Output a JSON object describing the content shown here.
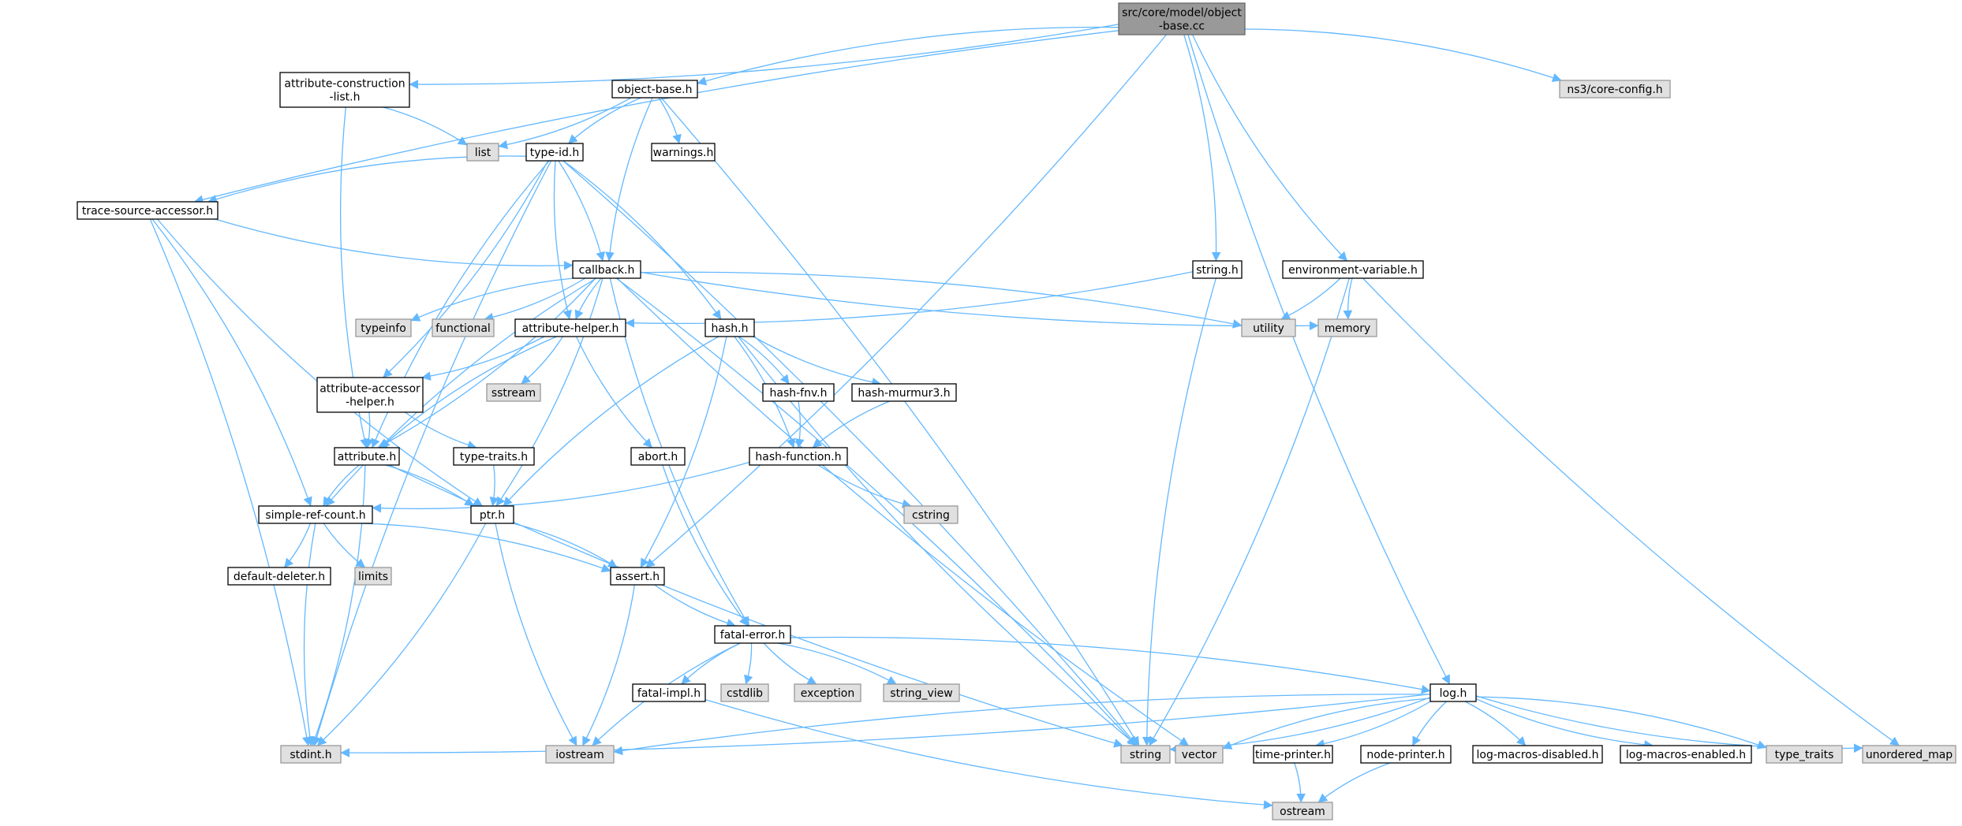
{
  "colors": {
    "edge": "#63b8ff",
    "node_border": "#000000",
    "node_fill": "#ffffff",
    "root_fill": "#999999",
    "external_fill": "#e0e0e0",
    "external_border": "#999999"
  },
  "nodes": [
    {
      "id": "root",
      "lines": [
        "src/core/model/object",
        "-base.cc"
      ],
      "kind": "root"
    },
    {
      "id": "attr_constr",
      "lines": [
        "attribute-construction",
        "-list.h"
      ],
      "kind": "file"
    },
    {
      "id": "object_base",
      "lines": [
        "object-base.h"
      ],
      "kind": "file"
    },
    {
      "id": "core_config",
      "lines": [
        "ns3/core-config.h"
      ],
      "kind": "external"
    },
    {
      "id": "list",
      "lines": [
        "list"
      ],
      "kind": "external"
    },
    {
      "id": "type_id",
      "lines": [
        "type-id.h"
      ],
      "kind": "file"
    },
    {
      "id": "warnings",
      "lines": [
        "warnings.h"
      ],
      "kind": "file"
    },
    {
      "id": "trace_src",
      "lines": [
        "trace-source-accessor.h"
      ],
      "kind": "file"
    },
    {
      "id": "callback",
      "lines": [
        "callback.h"
      ],
      "kind": "file"
    },
    {
      "id": "string_h",
      "lines": [
        "string.h"
      ],
      "kind": "file"
    },
    {
      "id": "env_var",
      "lines": [
        "environment-variable.h"
      ],
      "kind": "file"
    },
    {
      "id": "typeinfo",
      "lines": [
        "typeinfo"
      ],
      "kind": "external"
    },
    {
      "id": "functional",
      "lines": [
        "functional"
      ],
      "kind": "external"
    },
    {
      "id": "attr_helper",
      "lines": [
        "attribute-helper.h"
      ],
      "kind": "file"
    },
    {
      "id": "hash",
      "lines": [
        "hash.h"
      ],
      "kind": "file"
    },
    {
      "id": "utility",
      "lines": [
        "utility"
      ],
      "kind": "external"
    },
    {
      "id": "memory",
      "lines": [
        "memory"
      ],
      "kind": "external"
    },
    {
      "id": "attr_acc_helper",
      "lines": [
        "attribute-accessor",
        "-helper.h"
      ],
      "kind": "file"
    },
    {
      "id": "sstream",
      "lines": [
        "sstream"
      ],
      "kind": "external"
    },
    {
      "id": "hash_fnv",
      "lines": [
        "hash-fnv.h"
      ],
      "kind": "file"
    },
    {
      "id": "hash_murmur",
      "lines": [
        "hash-murmur3.h"
      ],
      "kind": "file"
    },
    {
      "id": "type_traits_h",
      "lines": [
        "type-traits.h"
      ],
      "kind": "file"
    },
    {
      "id": "attribute",
      "lines": [
        "attribute.h"
      ],
      "kind": "file"
    },
    {
      "id": "abort",
      "lines": [
        "abort.h"
      ],
      "kind": "file"
    },
    {
      "id": "hash_func",
      "lines": [
        "hash-function.h"
      ],
      "kind": "file"
    },
    {
      "id": "simple_ref",
      "lines": [
        "simple-ref-count.h"
      ],
      "kind": "file"
    },
    {
      "id": "ptr",
      "lines": [
        "ptr.h"
      ],
      "kind": "file"
    },
    {
      "id": "cstring",
      "lines": [
        "cstring"
      ],
      "kind": "external"
    },
    {
      "id": "default_deleter",
      "lines": [
        "default-deleter.h"
      ],
      "kind": "file"
    },
    {
      "id": "limits",
      "lines": [
        "limits"
      ],
      "kind": "external"
    },
    {
      "id": "assert",
      "lines": [
        "assert.h"
      ],
      "kind": "file"
    },
    {
      "id": "fatal_error",
      "lines": [
        "fatal-error.h"
      ],
      "kind": "file"
    },
    {
      "id": "fatal_impl",
      "lines": [
        "fatal-impl.h"
      ],
      "kind": "file"
    },
    {
      "id": "cstdlib",
      "lines": [
        "cstdlib"
      ],
      "kind": "external"
    },
    {
      "id": "exception",
      "lines": [
        "exception"
      ],
      "kind": "external"
    },
    {
      "id": "string_view",
      "lines": [
        "string_view"
      ],
      "kind": "external"
    },
    {
      "id": "log",
      "lines": [
        "log.h"
      ],
      "kind": "file"
    },
    {
      "id": "stdint",
      "lines": [
        "stdint.h"
      ],
      "kind": "external"
    },
    {
      "id": "iostream",
      "lines": [
        "iostream"
      ],
      "kind": "external"
    },
    {
      "id": "string",
      "lines": [
        "string"
      ],
      "kind": "external"
    },
    {
      "id": "vector",
      "lines": [
        "vector"
      ],
      "kind": "external"
    },
    {
      "id": "time_printer",
      "lines": [
        "time-printer.h"
      ],
      "kind": "file"
    },
    {
      "id": "node_printer",
      "lines": [
        "node-printer.h"
      ],
      "kind": "file"
    },
    {
      "id": "log_dis",
      "lines": [
        "log-macros-disabled.h"
      ],
      "kind": "file"
    },
    {
      "id": "log_en",
      "lines": [
        "log-macros-enabled.h"
      ],
      "kind": "file"
    },
    {
      "id": "type_traits",
      "lines": [
        "type_traits"
      ],
      "kind": "external"
    },
    {
      "id": "unordered_map",
      "lines": [
        "unordered_map"
      ],
      "kind": "external"
    },
    {
      "id": "ostream",
      "lines": [
        "ostream"
      ],
      "kind": "external"
    }
  ],
  "edges": [
    [
      "root",
      "attr_constr"
    ],
    [
      "root",
      "object_base"
    ],
    [
      "root",
      "core_config"
    ],
    [
      "root",
      "trace_src"
    ],
    [
      "root",
      "string_h"
    ],
    [
      "root",
      "env_var"
    ],
    [
      "root",
      "assert"
    ],
    [
      "root",
      "log"
    ],
    [
      "attr_constr",
      "list"
    ],
    [
      "attr_constr",
      "attribute"
    ],
    [
      "object_base",
      "list"
    ],
    [
      "object_base",
      "type_id"
    ],
    [
      "object_base",
      "warnings"
    ],
    [
      "object_base",
      "callback"
    ],
    [
      "object_base",
      "string"
    ],
    [
      "type_id",
      "trace_src"
    ],
    [
      "type_id",
      "callback"
    ],
    [
      "type_id",
      "attr_helper"
    ],
    [
      "type_id",
      "attr_acc_helper"
    ],
    [
      "type_id",
      "attribute"
    ],
    [
      "type_id",
      "hash"
    ],
    [
      "type_id",
      "stdint"
    ],
    [
      "type_id",
      "string"
    ],
    [
      "trace_src",
      "callback"
    ],
    [
      "trace_src",
      "simple_ref"
    ],
    [
      "trace_src",
      "ptr"
    ],
    [
      "trace_src",
      "stdint"
    ],
    [
      "callback",
      "typeinfo"
    ],
    [
      "callback",
      "functional"
    ],
    [
      "callback",
      "attr_helper"
    ],
    [
      "callback",
      "attribute"
    ],
    [
      "callback",
      "simple_ref"
    ],
    [
      "callback",
      "ptr"
    ],
    [
      "callback",
      "fatal_error"
    ],
    [
      "callback",
      "utility"
    ],
    [
      "callback",
      "memory"
    ],
    [
      "callback",
      "string"
    ],
    [
      "callback",
      "vector"
    ],
    [
      "string_h",
      "attr_helper"
    ],
    [
      "string_h",
      "string"
    ],
    [
      "env_var",
      "utility"
    ],
    [
      "env_var",
      "memory"
    ],
    [
      "env_var",
      "string"
    ],
    [
      "env_var",
      "unordered_map"
    ],
    [
      "attr_helper",
      "attr_acc_helper"
    ],
    [
      "attr_helper",
      "attribute"
    ],
    [
      "attr_helper",
      "sstream"
    ],
    [
      "attr_helper",
      "abort"
    ],
    [
      "hash",
      "hash_fnv"
    ],
    [
      "hash",
      "hash_murmur"
    ],
    [
      "hash",
      "hash_func"
    ],
    [
      "hash",
      "ptr"
    ],
    [
      "hash",
      "assert"
    ],
    [
      "hash",
      "string"
    ],
    [
      "attr_acc_helper",
      "attribute"
    ],
    [
      "attr_acc_helper",
      "type_traits_h"
    ],
    [
      "hash_fnv",
      "hash_func"
    ],
    [
      "hash_murmur",
      "hash_func"
    ],
    [
      "type_traits_h",
      "ptr"
    ],
    [
      "attribute",
      "simple_ref"
    ],
    [
      "attribute",
      "ptr"
    ],
    [
      "attribute",
      "string"
    ],
    [
      "attribute",
      "stdint"
    ],
    [
      "abort",
      "fatal_error"
    ],
    [
      "hash_func",
      "simple_ref"
    ],
    [
      "hash_func",
      "cstring"
    ],
    [
      "simple_ref",
      "default_deleter"
    ],
    [
      "simple_ref",
      "limits"
    ],
    [
      "simple_ref",
      "assert"
    ],
    [
      "simple_ref",
      "stdint"
    ],
    [
      "ptr",
      "assert"
    ],
    [
      "ptr",
      "iostream"
    ],
    [
      "ptr",
      "stdint"
    ],
    [
      "assert",
      "fatal_error"
    ],
    [
      "assert",
      "iostream"
    ],
    [
      "fatal_error",
      "fatal_impl"
    ],
    [
      "fatal_error",
      "cstdlib"
    ],
    [
      "fatal_error",
      "exception"
    ],
    [
      "fatal_error",
      "string_view"
    ],
    [
      "fatal_error",
      "iostream"
    ],
    [
      "fatal_error",
      "log"
    ],
    [
      "fatal_impl",
      "ostream"
    ],
    [
      "log",
      "stdint"
    ],
    [
      "log",
      "iostream"
    ],
    [
      "log",
      "string"
    ],
    [
      "log",
      "vector"
    ],
    [
      "log",
      "time_printer"
    ],
    [
      "log",
      "node_printer"
    ],
    [
      "log",
      "log_dis"
    ],
    [
      "log",
      "log_en"
    ],
    [
      "log",
      "type_traits"
    ],
    [
      "log",
      "unordered_map"
    ],
    [
      "time_printer",
      "ostream"
    ],
    [
      "node_printer",
      "ostream"
    ]
  ]
}
